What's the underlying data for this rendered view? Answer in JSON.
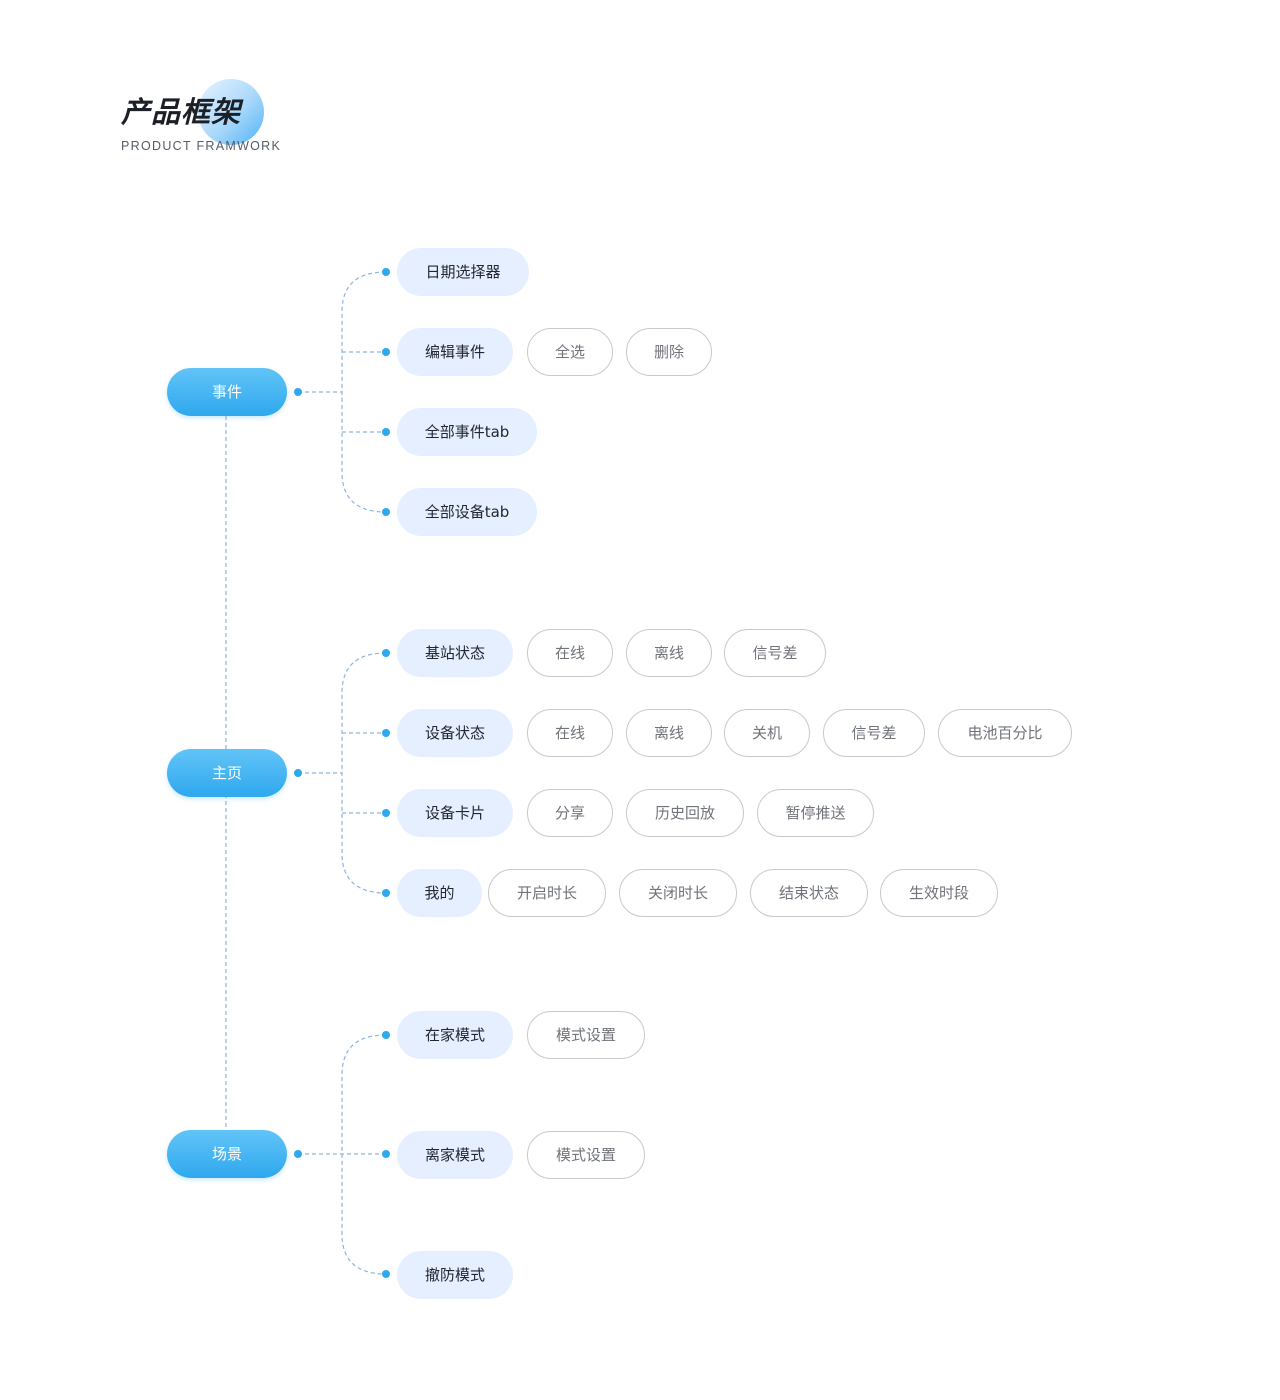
{
  "header": {
    "title": "产品框架",
    "subtitle": "PRODUCT FRAMWORK"
  },
  "colors": {
    "root_gradient_top": "#62c4f7",
    "root_gradient_bottom": "#2ea8ee",
    "branch_bg": "#e5efff",
    "leaf_border": "#c9c9c9",
    "connector": "#8fb4dc",
    "connector_dot": "#2ea8ee"
  },
  "tree": {
    "events": {
      "label": "事件",
      "date_picker": {
        "label": "日期选择器"
      },
      "edit_events": {
        "label": "编辑事件",
        "select_all": "全选",
        "delete": "删除"
      },
      "all_events_tab": {
        "label": "全部事件tab"
      },
      "all_devices_tab": {
        "label": "全部设备tab"
      }
    },
    "home": {
      "label": "主页",
      "base_station_status": {
        "label": "基站状态",
        "online": "在线",
        "offline": "离线",
        "weak_signal": "信号差"
      },
      "device_status": {
        "label": "设备状态",
        "online": "在线",
        "offline": "离线",
        "power_off": "关机",
        "weak_signal": "信号差",
        "battery_percent": "电池百分比"
      },
      "device_card": {
        "label": "设备卡片",
        "share": "分享",
        "playback": "历史回放",
        "pause_push": "暂停推送"
      },
      "mine": {
        "label": "我的",
        "on_duration": "开启时长",
        "off_duration": "关闭时长",
        "end_status": "结束状态",
        "effective_period": "生效时段"
      }
    },
    "scenes": {
      "label": "场景",
      "home_mode": {
        "label": "在家模式",
        "mode_settings": "模式设置"
      },
      "away_mode": {
        "label": "离家模式",
        "mode_settings": "模式设置"
      },
      "disarm_mode": {
        "label": "撤防模式"
      }
    }
  }
}
